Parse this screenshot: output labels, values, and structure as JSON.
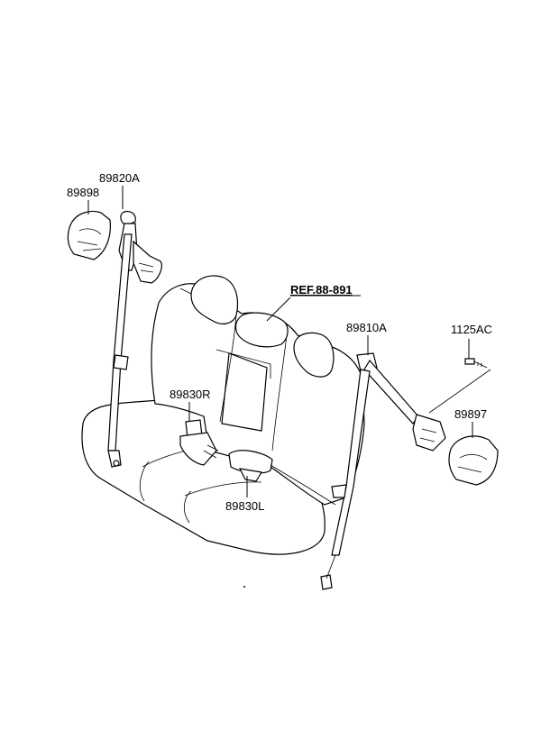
{
  "diagram": {
    "labels": {
      "p89898": "89898",
      "p89820A": "89820A",
      "ref": "REF.88-891",
      "p89810A": "89810A",
      "p1125AC": "1125AC",
      "p89830R": "89830R",
      "p89897": "89897",
      "p89830L": "89830L"
    }
  }
}
